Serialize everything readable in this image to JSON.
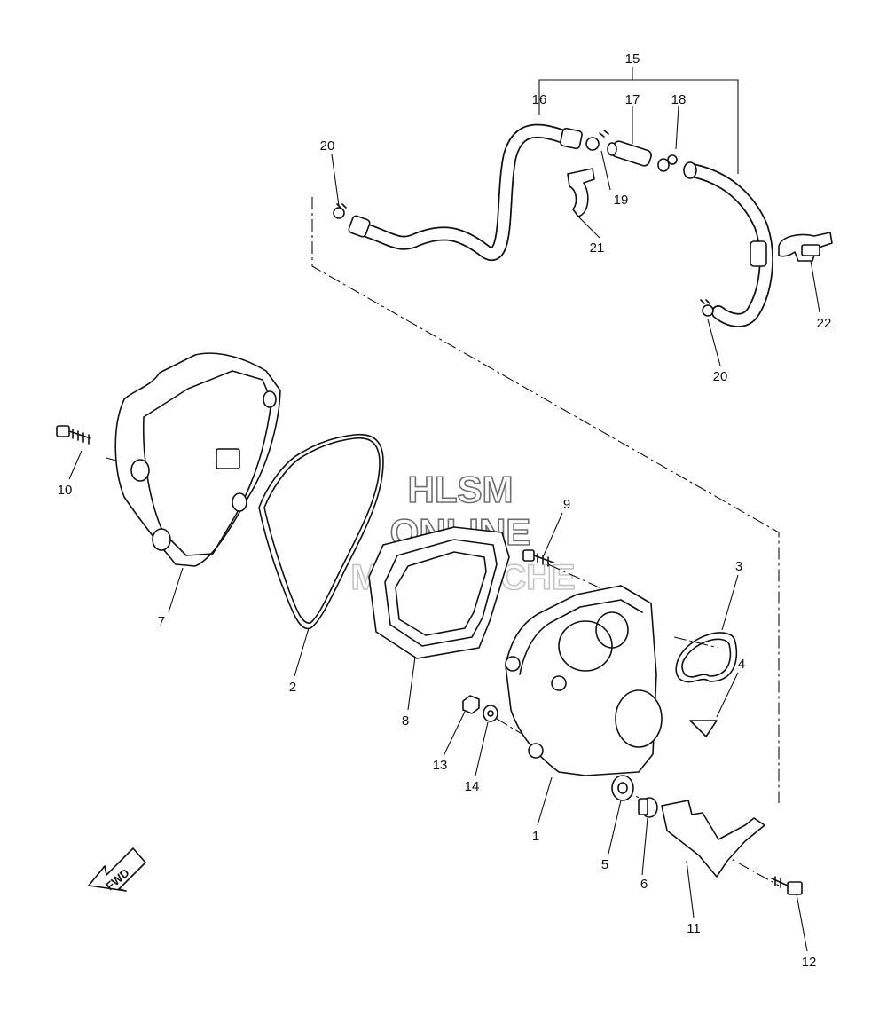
{
  "watermark": {
    "line1": "HLSM",
    "line2": "ONLINE",
    "line3": "MICROFICHE"
  },
  "fwd_label": "FWD",
  "callouts": {
    "c1": "1",
    "c2": "2",
    "c3": "3",
    "c4": "4",
    "c5": "5",
    "c6": "6",
    "c7": "7",
    "c8": "8",
    "c9": "9",
    "c10": "10",
    "c11": "11",
    "c12": "12",
    "c13": "13",
    "c14": "14",
    "c15": "15",
    "c16": "16",
    "c17": "17",
    "c18": "18",
    "c19": "19",
    "c20a": "20",
    "c20b": "20",
    "c21": "21",
    "c22": "22"
  }
}
